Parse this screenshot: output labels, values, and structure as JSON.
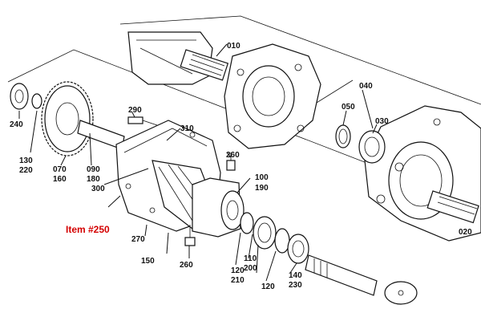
{
  "callout": {
    "text": "Item #250",
    "color": "#d40000"
  },
  "labels": {
    "l010": "010",
    "l020": "020",
    "l030": "030",
    "l040": "040",
    "l050": "050",
    "l070": "070",
    "l090": "090",
    "l100": "100",
    "l110": "110",
    "l120a": "120",
    "l120b": "120",
    "l130": "130",
    "l140": "140",
    "l150": "150",
    "l160": "160",
    "l180": "180",
    "l190": "190",
    "l200": "200",
    "l210": "210",
    "l220": "220",
    "l230": "230",
    "l240": "240",
    "l260a": "260",
    "l260b": "260",
    "l270": "270",
    "l290": "290",
    "l300": "300",
    "l310": "310"
  }
}
